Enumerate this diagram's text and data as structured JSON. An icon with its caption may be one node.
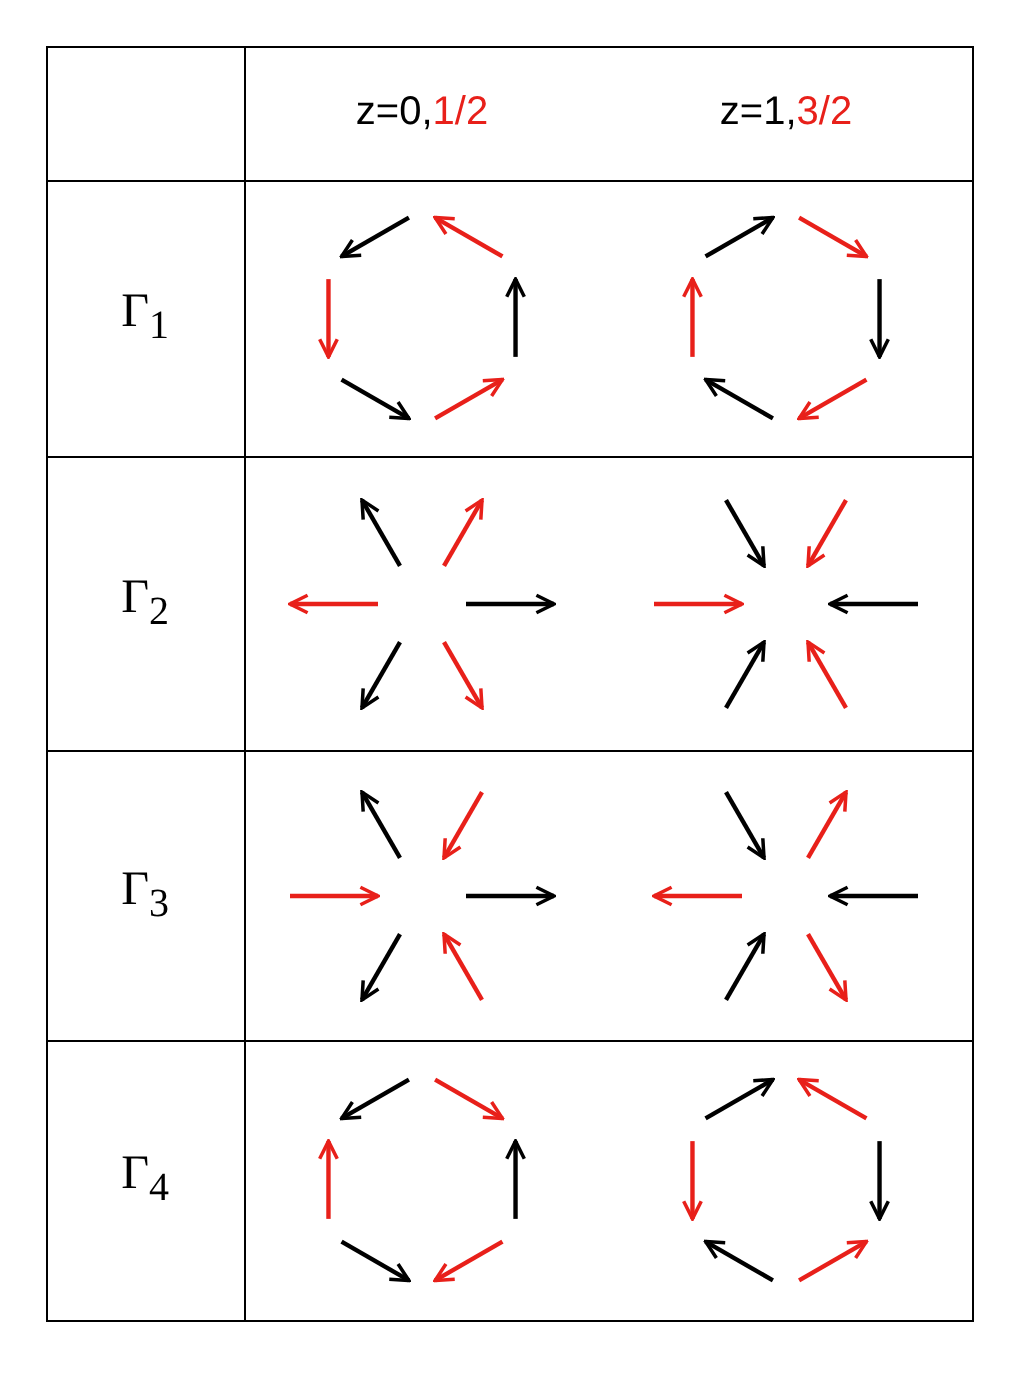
{
  "diagram": {
    "labels": [
      "z=0,1/2",
      "z=1,3/2",
      "Γ$_{1}$",
      "Γ$_{2}$",
      "Γ$_{3}$",
      "Γ$_{4}$"
    ]
  }
}
